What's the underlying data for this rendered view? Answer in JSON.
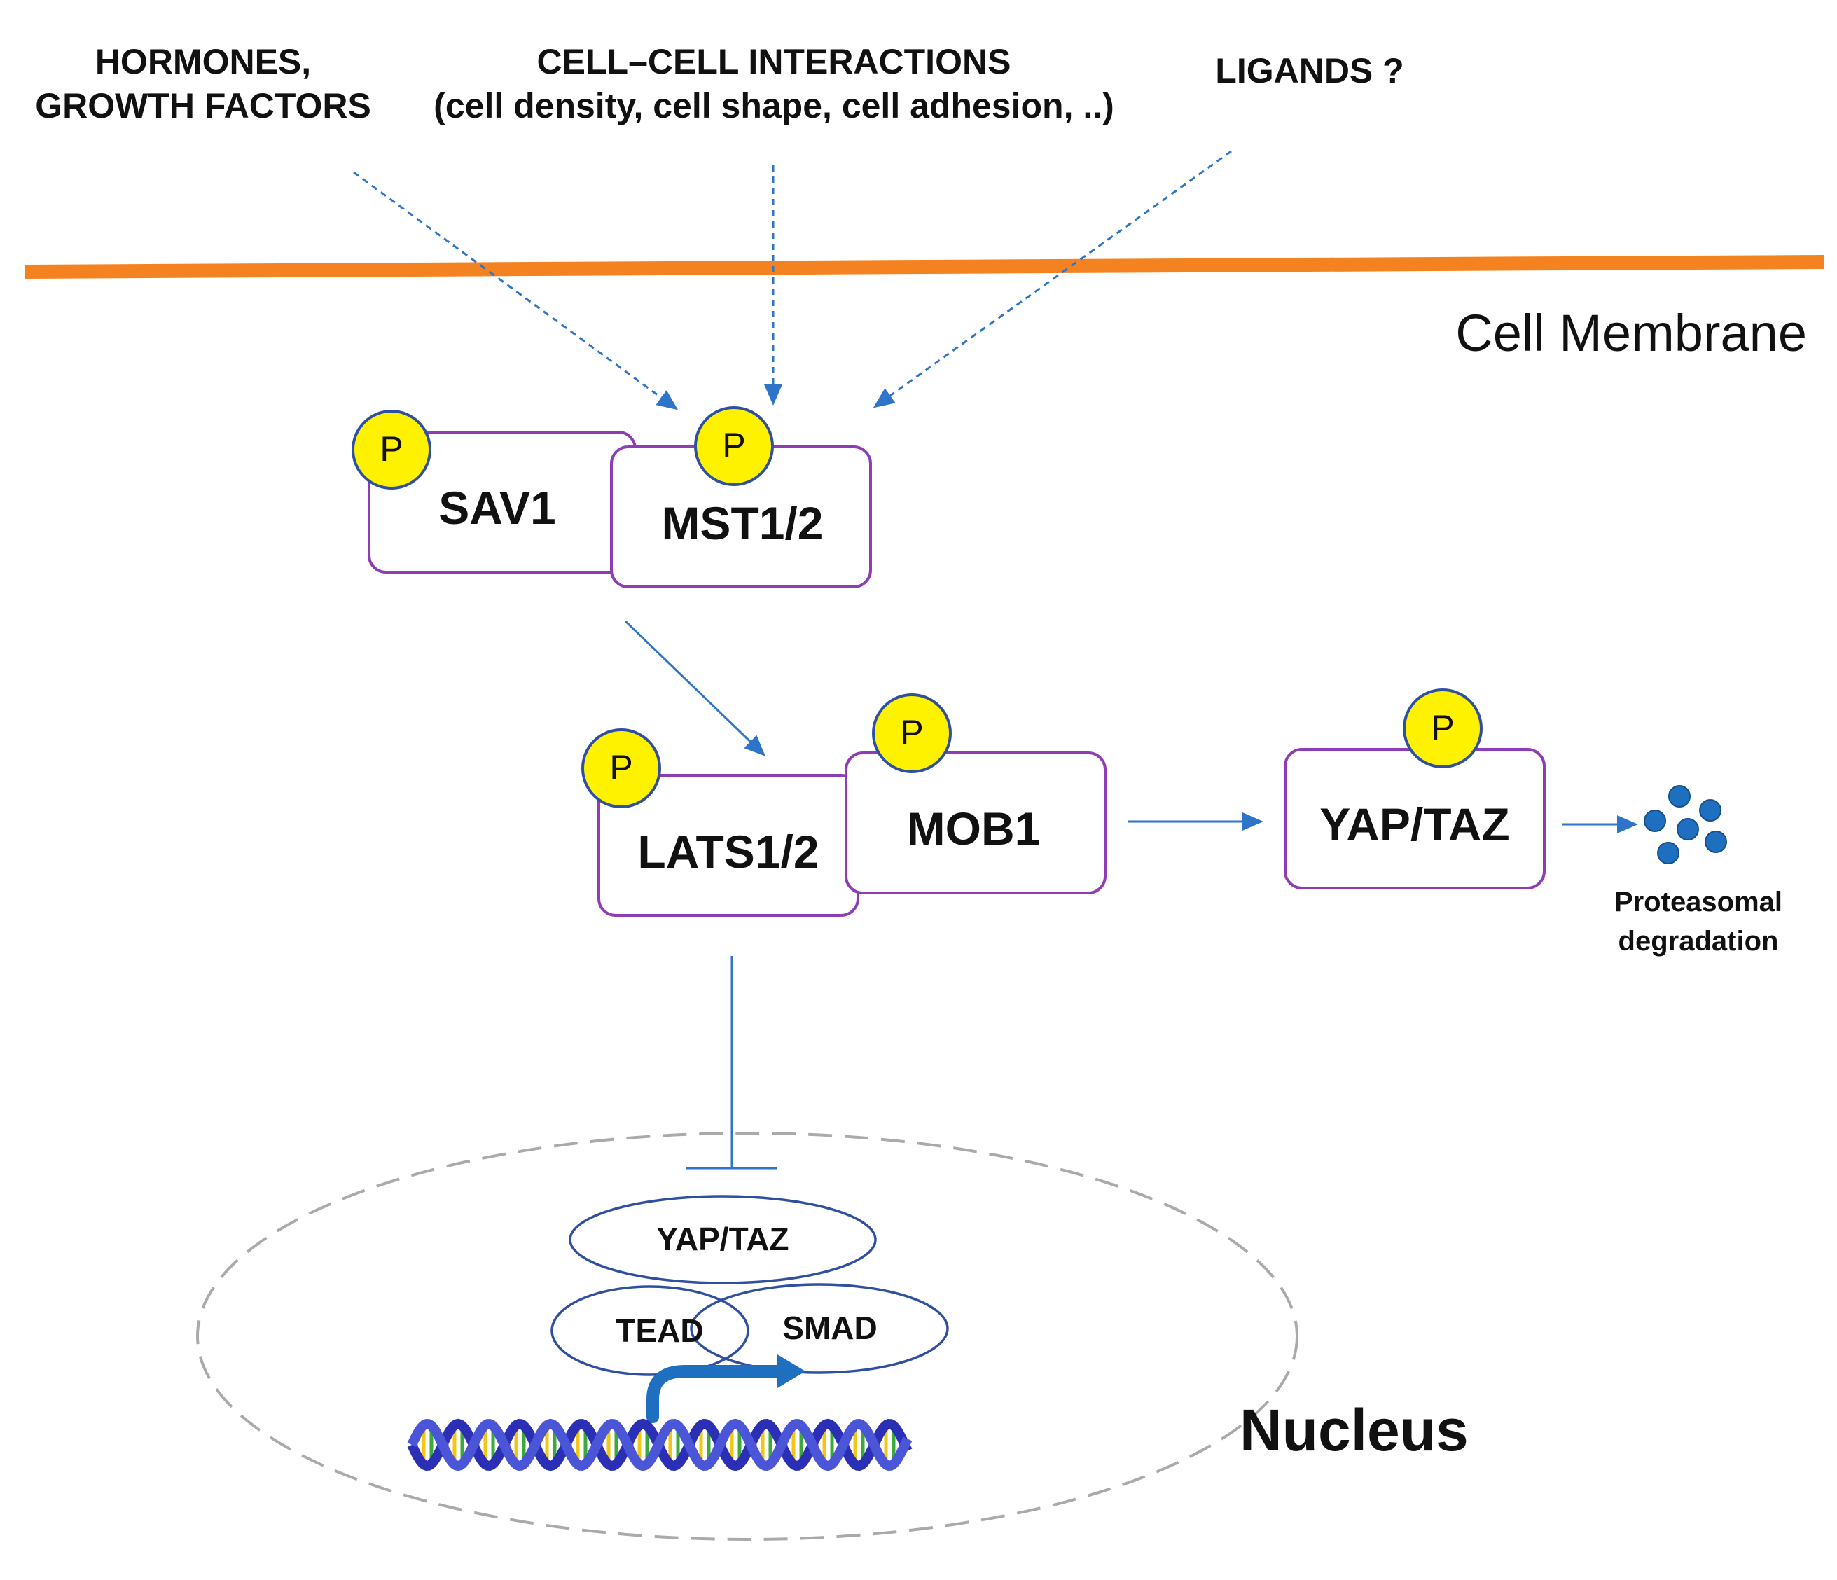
{
  "signals": {
    "hormones_line1": "HORMONES,",
    "hormones_line2": "GROWTH FACTORS",
    "cell_cell_line1": "CELL–CELL INTERACTIONS",
    "cell_cell_line2": "(cell density, cell shape, cell adhesion, ..)",
    "ligands": "LIGANDS ?"
  },
  "membrane": {
    "label": "Cell Membrane",
    "color": "#F58220"
  },
  "complexes": {
    "sav1": "SAV1",
    "mst": "MST1/2",
    "lats": "LATS1/2",
    "mob1": "MOB1",
    "yap_cyto": "YAP/TAZ"
  },
  "phospho_label": "P",
  "degradation": {
    "line1": "Proteasomal",
    "line2": "degradation"
  },
  "nucleus": {
    "label": "Nucleus",
    "yap": "YAP/TAZ",
    "tead": "TEAD",
    "smad": "SMAD"
  },
  "colors": {
    "box_border": "#8E3DB5",
    "phospho_fill": "#FFF200",
    "arrow": "#2E75C9",
    "nucleus_border": "#AAAAAA",
    "ellipse_border": "#2F4FA0",
    "proteasome": "#1F6FC0"
  }
}
